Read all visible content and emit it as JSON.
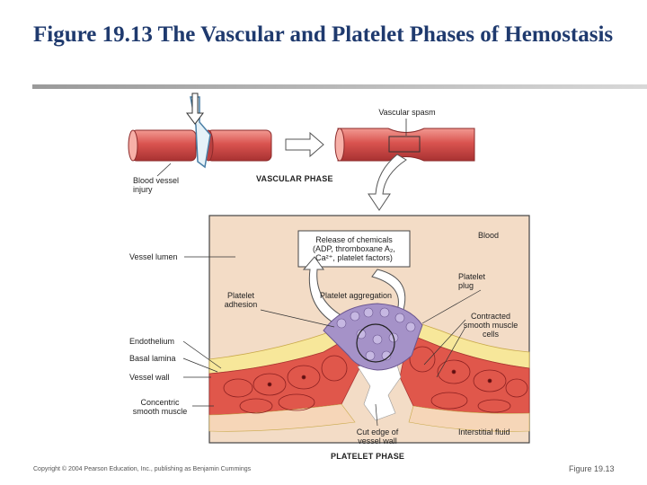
{
  "title": "Figure 19.13  The Vascular and Platelet Phases of Hemostasis",
  "labels": {
    "vascular_spasm": "Vascular spasm",
    "blood_vessel_injury": "Blood vessel\ninjury",
    "vascular_phase": "VASCULAR PHASE",
    "vessel_lumen": "Vessel lumen",
    "blood": "Blood",
    "release_of_chemicals": "Release of chemicals\n(ADP, thromboxane A₂,\nCa²⁺, platelet factors)",
    "platelet_adhesion": "Platelet\nadhesion",
    "platelet_aggregation": "Platelet aggregation",
    "platelet_plug": "Platelet\nplug",
    "contracted_smooth_muscle": "Contracted\nsmooth muscle\ncells",
    "endothelium": "Endothelium",
    "basal_lamina": "Basal lamina",
    "vessel_wall": "Vessel wall",
    "concentric_smooth_muscle": "Concentric\nsmooth muscle",
    "cut_edge": "Cut edge of\nvessel wall",
    "interstitial_fluid": "Interstitial fluid",
    "platelet_phase": "PLATELET PHASE"
  },
  "footer": {
    "copyright": "Copyright © 2004 Pearson Education, Inc., publishing as Benjamin Cummings",
    "figure_ref": "Figure 19.13"
  },
  "colors": {
    "title": "#1f3a6e",
    "vessel": "#d95a5a",
    "panel": "#f3dcc6",
    "muscle": "#e0574b",
    "platelet": "#a592c8"
  }
}
